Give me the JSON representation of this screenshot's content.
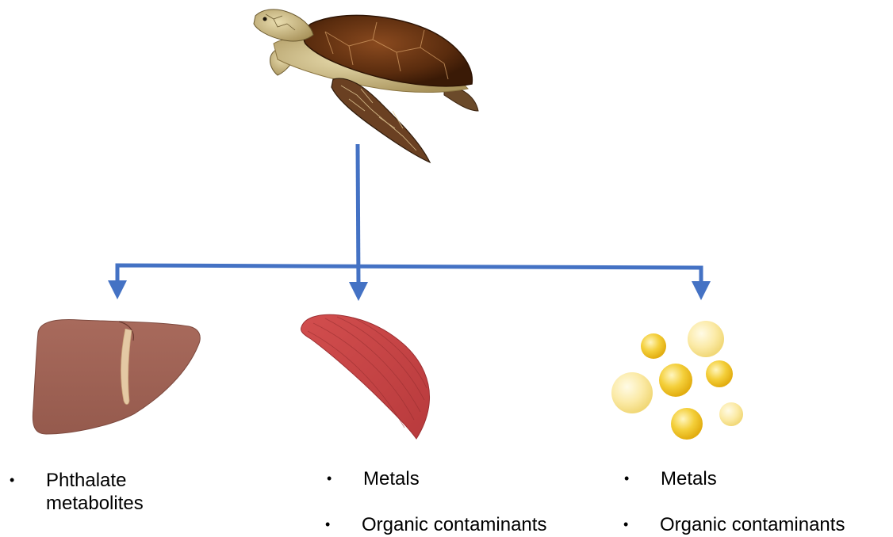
{
  "diagram": {
    "arrow_color": "#4472C4",
    "nodes": [
      {
        "id": "sea-turtle",
        "icon": "sea-turtle-icon",
        "label": ""
      },
      {
        "id": "liver",
        "icon": "liver-icon",
        "items": [
          "Phthalate metabolites"
        ]
      },
      {
        "id": "muscle",
        "icon": "muscle-icon",
        "items": [
          "Metals",
          "Organic contaminants"
        ]
      },
      {
        "id": "fat",
        "icon": "fat-droplets-icon",
        "items": [
          "Metals",
          "Organic contaminants"
        ]
      }
    ],
    "edges": [
      {
        "from": "sea-turtle",
        "to": "liver"
      },
      {
        "from": "sea-turtle",
        "to": "muscle"
      },
      {
        "from": "sea-turtle",
        "to": "fat"
      }
    ],
    "bullet_char": "•"
  }
}
